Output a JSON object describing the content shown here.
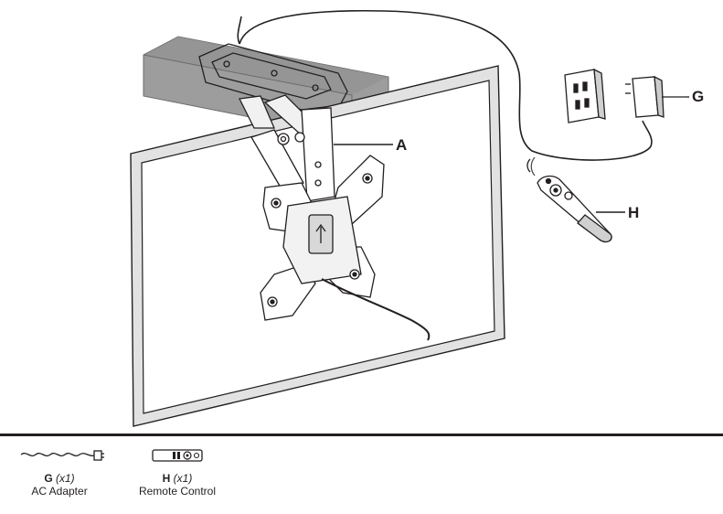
{
  "callouts": {
    "a": "A",
    "g": "G",
    "h": "H"
  },
  "parts": [
    {
      "id": "G",
      "quantity": "(x1)",
      "name": "AC Adapter",
      "icon": "ac-adapter-icon"
    },
    {
      "id": "H",
      "quantity": "(x1)",
      "name": "Remote Control",
      "icon": "remote-control-icon"
    }
  ],
  "colors": {
    "line": "#231f20",
    "ceiling_block": "#9a9a9a",
    "tv_frame": "#d9d9d9",
    "background": "#ffffff"
  }
}
